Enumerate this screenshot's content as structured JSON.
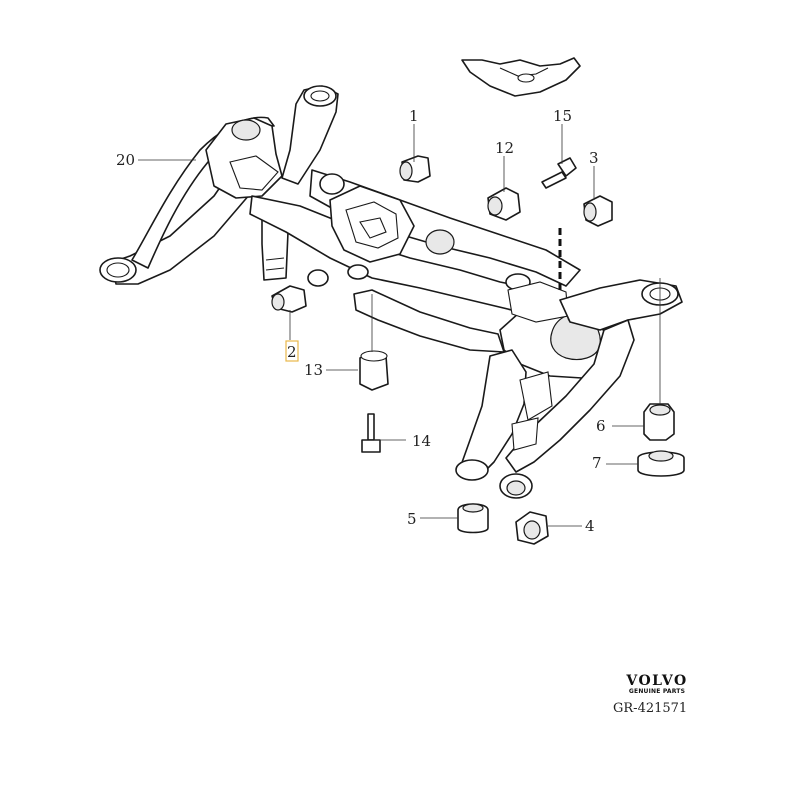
{
  "diagram": {
    "callouts": [
      "1",
      "2",
      "3",
      "4",
      "5",
      "6",
      "7",
      "12",
      "13",
      "14",
      "15",
      "20"
    ],
    "highlighted_callout": "2",
    "accent_color": "#e8b84a",
    "line_color": "#1a1a1a"
  },
  "brand": {
    "logo": "VOLVO",
    "tagline": "GENUINE PARTS"
  },
  "reference": "GR-421571"
}
